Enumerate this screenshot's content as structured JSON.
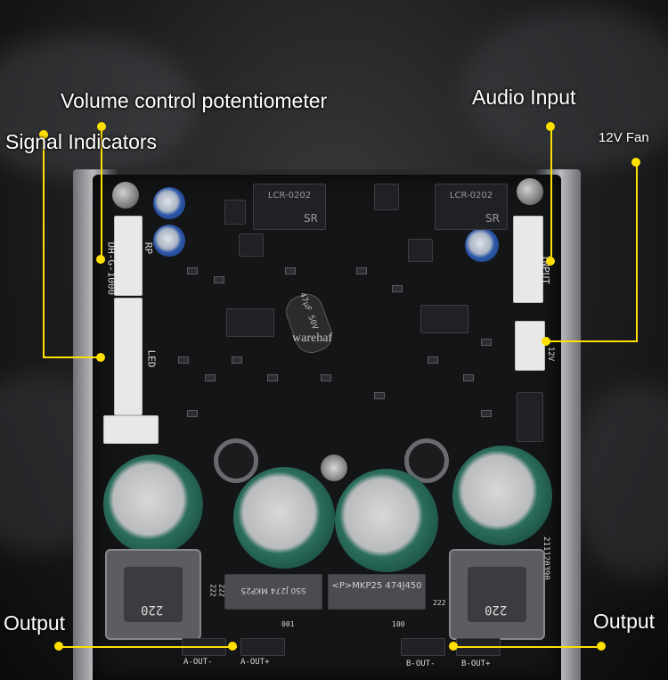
{
  "labels": {
    "volume": "Volume control potentiometer",
    "signal": "Signal Indicators",
    "audio_input": "Audio Input",
    "fan": "12V  Fan",
    "output_left": "Output",
    "output_right": "Output"
  },
  "board_text": {
    "rp": "RP",
    "part_code": "DH-G-1000",
    "led": "LED",
    "input": "INPUT",
    "fan_pins": "12V",
    "chip_lcr_1": "LCR-0202",
    "chip_lcr_2": "LCR-0202",
    "sr_1": "SR",
    "sr_2": "SR",
    "cap_rating": "47μF 50V",
    "film_cap_1": "SS0 J274 MKP25",
    "film_cap_2": "<P>MKP25 474J450",
    "inductor_1": "220",
    "inductor_2": "220",
    "board_date": "211120390",
    "a_out_minus": "A-OUT-",
    "a_out_plus": "A-OUT+",
    "b_out_minus": "B-OUT-",
    "b_out_plus": "B-OUT+",
    "n222a": "222",
    "n222b": "222",
    "n222c": "222",
    "n001": "001",
    "n100": "100",
    "watermark": "warehaf"
  },
  "colors": {
    "annotation": "#ffe000",
    "pcb": "#141516",
    "capacitor": "#1f5a4a"
  }
}
